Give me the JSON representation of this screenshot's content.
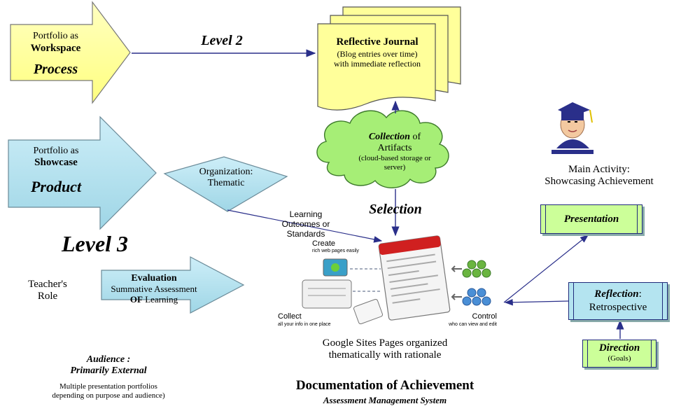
{
  "workspace_arrow": {
    "line1": "Portfolio as",
    "line2": "Workspace",
    "line3": "Process"
  },
  "showcase_arrow": {
    "line1": "Portfolio as",
    "line2": "Showcase",
    "line3": "Product"
  },
  "level2_label": "Level 2",
  "level3_label": "Level 3",
  "journal": {
    "title": "Reflective Journal",
    "line1": "(Blog entries over time)",
    "line2": "with immediate reflection"
  },
  "cloud": {
    "bold_word": "Collection",
    "rest": " of",
    "line2": "Artifacts",
    "line3": "(cloud-based storage or",
    "line4": "server)"
  },
  "organization_diamond": {
    "line1": "Organization:",
    "line2": "Thematic"
  },
  "selection_label": "Selection",
  "outcomes_label": {
    "line1": "Learning",
    "line2": "Outcomes or",
    "line3": "Standards"
  },
  "sites_graphic": {
    "create": "Create",
    "create_sub": "rich web pages easily",
    "collect": "Collect",
    "collect_sub": "all your info in one place",
    "control": "Control",
    "control_sub": "who can view and edit"
  },
  "sites_caption": {
    "line1": "Google Sites Pages organized",
    "line2": "thematically with rationale"
  },
  "teacher_role": {
    "line1": "Teacher's",
    "line2": "Role"
  },
  "evaluation_arrow": {
    "title": "Evaluation",
    "line1": "Summative Assessment",
    "bold_word": "OF",
    "rest": " Learning"
  },
  "main_activity": {
    "line1": "Main Activity:",
    "line2": "Showcasing Achievement"
  },
  "presentation_box": "Presentation",
  "reflection_box": {
    "bold_word": "Reflection",
    "rest": ":",
    "line2": "Retrospective"
  },
  "direction_box": {
    "title": "Direction",
    "sub": "(Goals)"
  },
  "audience": {
    "line1": "Audience :",
    "line2": "Primarily External",
    "line3": "Multiple presentation portfolios",
    "line4": "depending on purpose and audience)"
  },
  "footer": {
    "title": "Documentation of Achievement",
    "subtitle": "Assessment Management System"
  },
  "colors": {
    "yellow": "#ffff9a",
    "blue_fill": "#b4e4f0",
    "green": "#ccff99",
    "cloud_green": "#a4ee74",
    "navy": "#1f2a7a"
  }
}
